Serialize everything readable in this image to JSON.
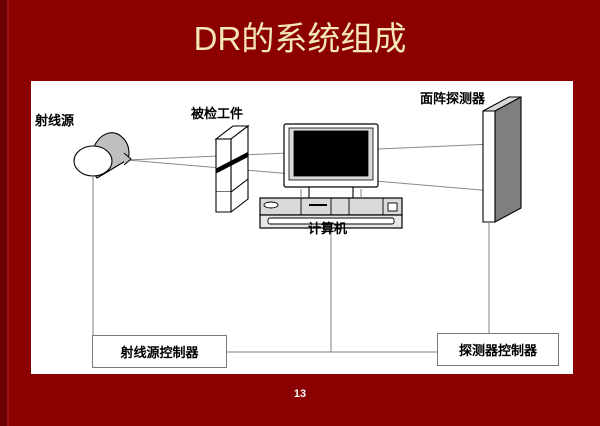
{
  "slide": {
    "title": "DR的系统组成",
    "page_number": "13",
    "background_color": "#8b0000",
    "title_color": "#f4e7b6",
    "panel_color": "#ffffff"
  },
  "diagram": {
    "type": "schematic",
    "labels": {
      "source": "射线源",
      "workpiece": "被检工件",
      "detector": "面阵探测器",
      "computer": "计算机"
    },
    "boxes": [
      {
        "id": "source-controller",
        "label": "射线源控制器"
      },
      {
        "id": "detector-controller",
        "label": "探测器控制器"
      }
    ],
    "colors": {
      "outline": "#000000",
      "wire": "#808080",
      "detector_face": "#7f7f7f",
      "detector_top": "#d9d9d9",
      "source_body": "#bfbfbf",
      "screen": "#000000",
      "case": "#d9d9d9"
    }
  }
}
